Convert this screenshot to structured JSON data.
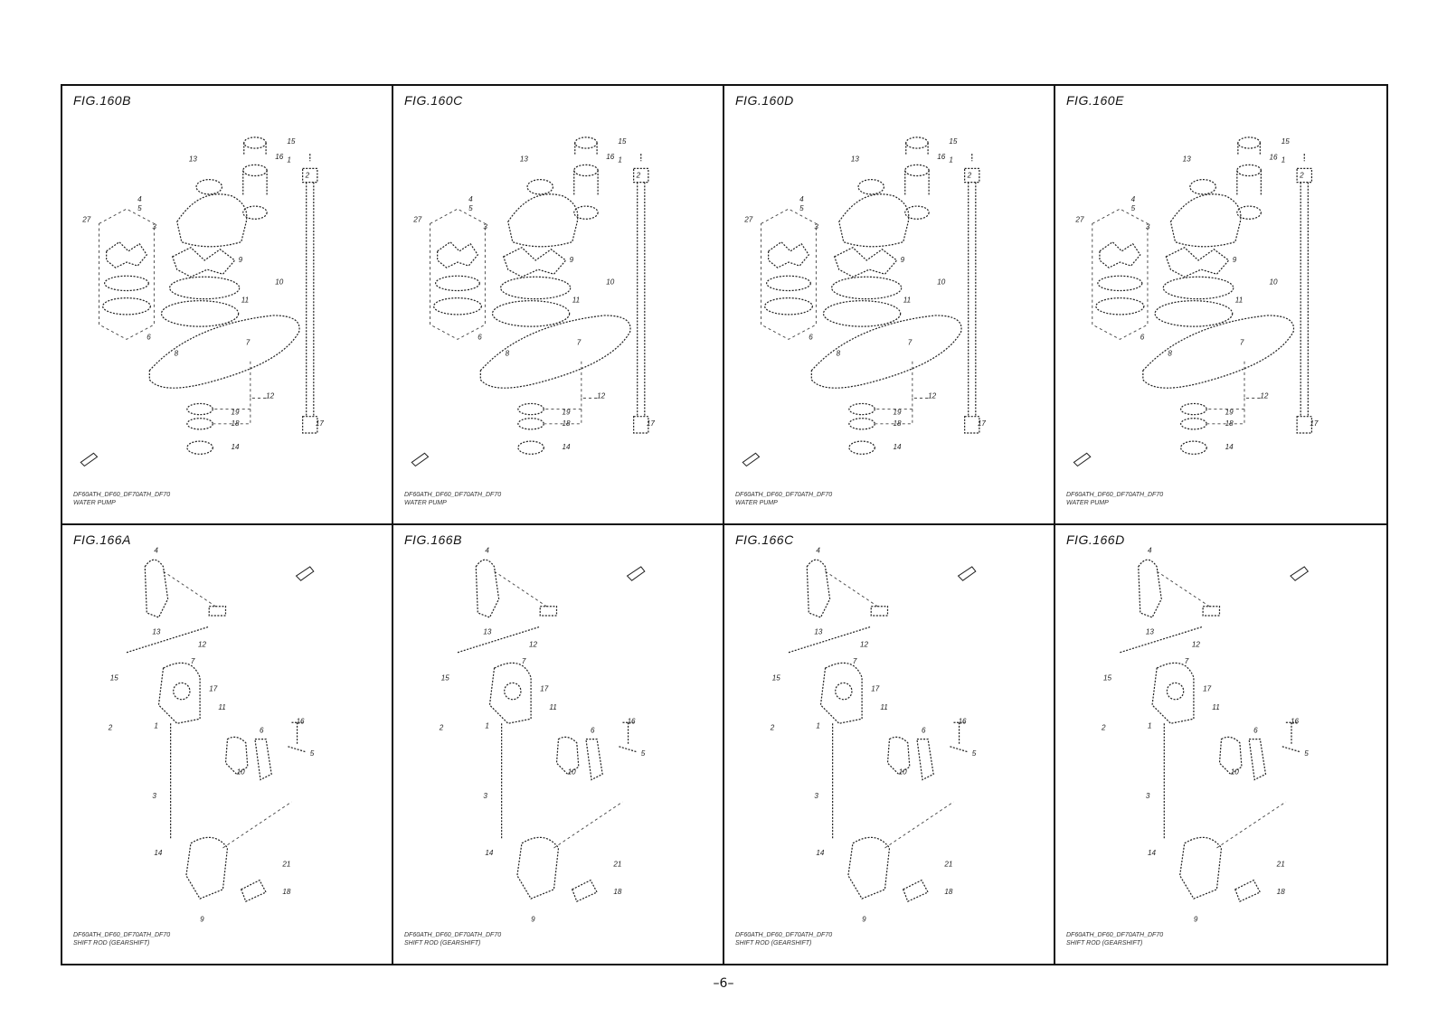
{
  "page_number": "–6–",
  "panels": [
    {
      "title": "FIG.160B",
      "code_line1": "DF60ATH_DF60_DF70ATH_DF70",
      "code_line2": "WATER PUMP",
      "kind": "pump"
    },
    {
      "title": "FIG.160C",
      "code_line1": "DF60ATH_DF60_DF70ATH_DF70",
      "code_line2": "WATER PUMP",
      "kind": "pump"
    },
    {
      "title": "FIG.160D",
      "code_line1": "DF60ATH_DF60_DF70ATH_DF70",
      "code_line2": "WATER PUMP",
      "kind": "pump"
    },
    {
      "title": "FIG.160E",
      "code_line1": "DF60ATH_DF60_DF70ATH_DF70",
      "code_line2": "WATER PUMP",
      "kind": "pump"
    },
    {
      "title": "FIG.166A",
      "code_line1": "DF60ATH_DF60_DF70ATH_DF70",
      "code_line2": "SHIFT ROD (GEARSHIFT)",
      "kind": "shift"
    },
    {
      "title": "FIG.166B",
      "code_line1": "DF60ATH_DF60_DF70ATH_DF70",
      "code_line2": "SHIFT ROD (GEARSHIFT)",
      "kind": "shift"
    },
    {
      "title": "FIG.166C",
      "code_line1": "DF60ATH_DF60_DF70ATH_DF70",
      "code_line2": "SHIFT ROD (GEARSHIFT)",
      "kind": "shift"
    },
    {
      "title": "FIG.166D",
      "code_line1": "DF60ATH_DF60_DF70ATH_DF70",
      "code_line2": "SHIFT ROD (GEARSHIFT)",
      "kind": "shift"
    }
  ],
  "pump_callouts": [
    "15",
    "1",
    "16",
    "2",
    "13",
    "4",
    "5",
    "3",
    "27",
    "9",
    "10",
    "11",
    "6",
    "7",
    "8",
    "12",
    "19",
    "18",
    "14",
    "17"
  ],
  "shift_callouts": [
    "4",
    "13",
    "12",
    "15",
    "2",
    "7",
    "17",
    "11",
    "16",
    "10",
    "5",
    "1",
    "6",
    "3",
    "14",
    "21",
    "18",
    "9"
  ]
}
